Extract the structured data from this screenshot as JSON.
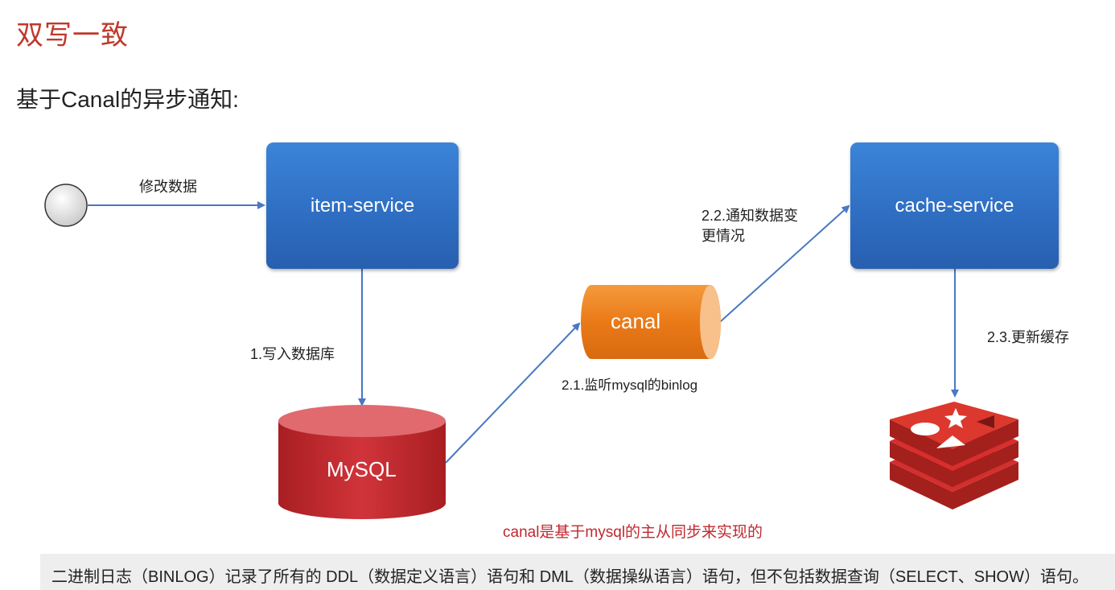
{
  "title": "双写一致",
  "subtitle": "基于Canal的异步通知:",
  "nodes": {
    "item_service": "item-service",
    "cache_service": "cache-service",
    "canal": "canal",
    "mysql": "MySQL"
  },
  "edges": {
    "modify_data": "修改数据",
    "write_db": "1.写入数据库",
    "listen_binlog": "2.1.监听mysql的binlog",
    "notify_change_line1": "2.2.通知数据变",
    "notify_change_line2": "更情况",
    "update_cache": "2.3.更新缓存"
  },
  "note": "canal是基于mysql的主从同步来实现的",
  "caption": "二进制日志（BINLOG）记录了所有的 DDL（数据定义语言）语句和 DML（数据操纵语言）语句，但不包括数据查询（SELECT、SHOW）语句。",
  "colors": {
    "title": "#c0392b",
    "box_blue": "#2f6fc3",
    "canal_orange": "#ef7d1a",
    "mysql_red": "#c0282f",
    "redis_red": "#d32f2f",
    "arrow": "#4a78c2"
  }
}
